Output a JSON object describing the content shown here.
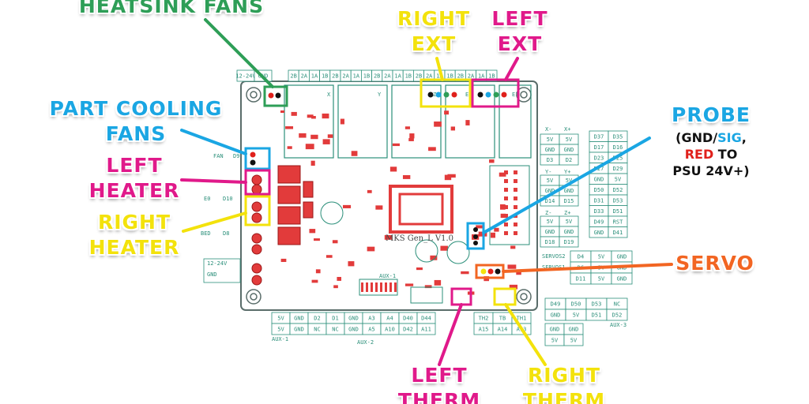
{
  "colors": {
    "green": "#2e9e57",
    "yellow": "#f3e20c",
    "magenta": "#e0198a",
    "blue": "#1aa6e3",
    "orange": "#f26522",
    "red": "#e0201b",
    "board_outline": "#5a6d6a",
    "trace": "#2b8f7a",
    "component": "#e23b3b"
  },
  "labels": {
    "heatsink_fans": "HEATSINK FANS",
    "right_ext_1": "RIGHT",
    "right_ext_2": "EXT",
    "left_ext_1": "LEFT",
    "left_ext_2": "EXT",
    "part_cooling_1": "PART COOLING",
    "part_cooling_2": "FANS",
    "left_heater_1": "LEFT",
    "left_heater_2": "HEATER",
    "right_heater_1": "RIGHT",
    "right_heater_2": "HEATER",
    "probe_title": "PROBE",
    "probe_sub_1_a": "(GND/",
    "probe_sub_1_b": "SIG",
    "probe_sub_1_c": ",",
    "probe_sub_2_a": "RED",
    "probe_sub_2_b": " TO",
    "probe_sub_3": "PSU 24V+)",
    "servo": "SERVO",
    "left_therm_1": "LEFT",
    "left_therm_2": "THERM",
    "right_therm_1": "RIGHT",
    "right_therm_2": "THERM"
  },
  "board": {
    "model": "MKS  Gen_L V1.0",
    "top_header": [
      "12-24V",
      "GND",
      "2B",
      "2A",
      "1A",
      "1B",
      "2B",
      "2A",
      "1A",
      "1B",
      "2B",
      "2A",
      "1A",
      "1B",
      "2B",
      "2A",
      "1A",
      "1B",
      "2B",
      "2A",
      "1A",
      "1B"
    ],
    "axis_x": "X",
    "axis_y": "Y",
    "axis_z": "Z",
    "axis_e0": "E0",
    "axis_e1": "E1",
    "left_side": [
      "FAN",
      "D9",
      "E0",
      "D10",
      "BED",
      "D8",
      "12-24V",
      "GND"
    ],
    "endstop_head": [
      "X-",
      "X+"
    ],
    "endstop_rows": [
      [
        "5V",
        "5V"
      ],
      [
        "GND",
        "GND"
      ],
      [
        "D3",
        "D2"
      ],
      [
        "Y-",
        "Y+"
      ],
      [
        "5V",
        "5V"
      ],
      [
        "GND",
        "GND"
      ],
      [
        "D14",
        "D15"
      ],
      [
        "Z-",
        "Z+"
      ],
      [
        "5V",
        "5V"
      ],
      [
        "GND",
        "GND"
      ],
      [
        "D18",
        "D19"
      ]
    ],
    "right_cols": [
      [
        "D37",
        "D35"
      ],
      [
        "D17",
        "D16"
      ],
      [
        "D23",
        "D25"
      ],
      [
        "D27",
        "D29"
      ],
      [
        "GND",
        "5V"
      ],
      [
        "D50",
        "D52"
      ],
      [
        "D31",
        "D53"
      ],
      [
        "D33",
        "D51"
      ],
      [
        "D49",
        "RST"
      ],
      [
        "GND",
        "D41"
      ]
    ],
    "servo_rows": [
      [
        "SERVOS2",
        "D4",
        "5V",
        "GND"
      ],
      [
        "SERVOS1",
        "D6",
        "5V",
        "GND"
      ],
      [
        "",
        "D11",
        "5V",
        "GND"
      ]
    ],
    "bottom_aux1": [
      "5V",
      "GND",
      "D2",
      "D1",
      "GND",
      "A3",
      "A4",
      "D40",
      "D44"
    ],
    "bottom_aux1b": [
      "5V",
      "GND",
      "NC",
      "NC",
      "GND",
      "A5",
      "A10",
      "D42",
      "A11"
    ],
    "bottom_therm": [
      "TH2",
      "TB",
      "TH1"
    ],
    "bottom_therm_b": [
      "A15",
      "A14",
      "A13"
    ],
    "aux3": [
      [
        "D49",
        "D50",
        "D53",
        "NC"
      ],
      [
        "GND",
        "5V",
        "D51",
        "D52"
      ]
    ],
    "aux4": [
      [
        "GND",
        "GND"
      ],
      [
        "5V",
        "5V"
      ]
    ],
    "aux_labels": [
      "AUX-1",
      "AUX-2",
      "AUX-3",
      "AUX-1"
    ]
  }
}
